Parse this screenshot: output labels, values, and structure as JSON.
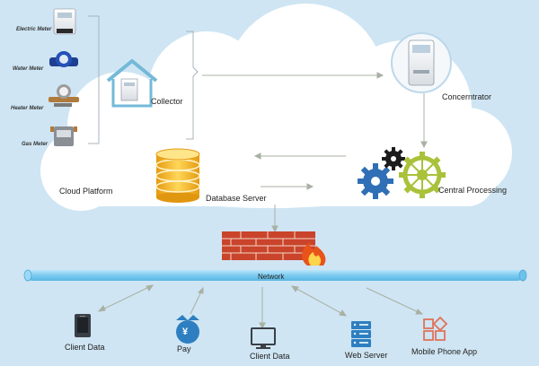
{
  "meters": {
    "electric": "Electric Meter",
    "water": "Water Meter",
    "heater": "Heater Meter",
    "gas": "Gas Meter"
  },
  "nodes": {
    "collector": "Collector",
    "concentrator": "Concerntrator",
    "central_processing": "Central Processing",
    "database_server": "Database Server",
    "cloud_platform": "Cloud Platform",
    "network": "Network"
  },
  "clients": {
    "client_data_1": "Client Data",
    "pay": "Pay",
    "client_data_2": "Client Data",
    "web_server": "Web Server",
    "mobile_app": "Mobile Phone App"
  },
  "icons": {
    "pay_symbol": "¥"
  },
  "colors": {
    "background": "#cfe5f3",
    "cloud": "#ffffff",
    "network_pipe": "#8fd3f4",
    "gear_blue": "#2f6fb5",
    "gear_dark": "#1c1c1c",
    "gear_green": "#a9c23a",
    "database_gold": "#f2b21c",
    "firewall_brick": "#c9442a",
    "client_icon_blue": "#2d7fc1",
    "mobile_icon": "#e0735a"
  }
}
